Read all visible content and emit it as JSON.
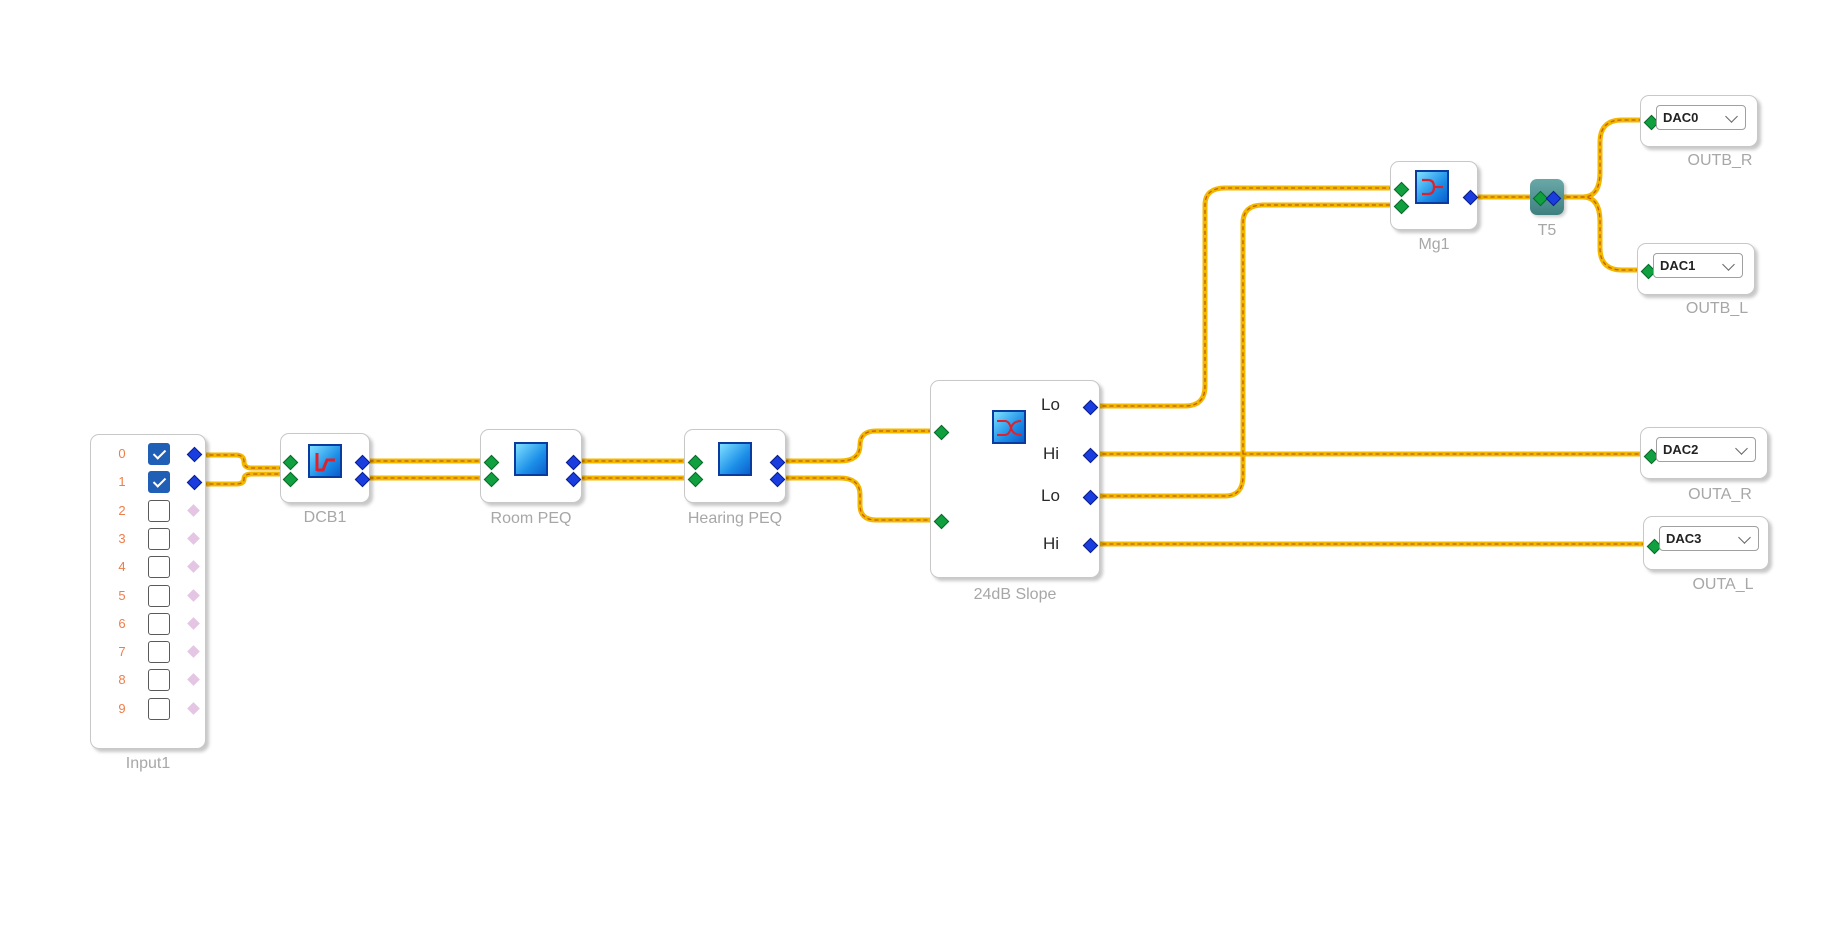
{
  "canvas": {
    "background": "#ffffff",
    "wire_color": "#f2b800"
  },
  "input": {
    "caption": "Input1",
    "channels": [
      {
        "label": "0",
        "checked": true
      },
      {
        "label": "1",
        "checked": true
      },
      {
        "label": "2",
        "checked": false
      },
      {
        "label": "3",
        "checked": false
      },
      {
        "label": "4",
        "checked": false
      },
      {
        "label": "5",
        "checked": false
      },
      {
        "label": "6",
        "checked": false
      },
      {
        "label": "7",
        "checked": false
      },
      {
        "label": "8",
        "checked": false
      },
      {
        "label": "9",
        "checked": false
      }
    ]
  },
  "blocks": {
    "dcb1": {
      "caption": "DCB1",
      "icon": "dc-block-icon"
    },
    "room_peq": {
      "caption": "Room PEQ",
      "icon": "peq-icon"
    },
    "hearing_peq": {
      "caption": "Hearing PEQ",
      "icon": "peq-icon"
    },
    "crossover": {
      "caption": "24dB Slope",
      "icon": "crossover-icon",
      "outputs": [
        "Lo",
        "Hi",
        "Lo",
        "Hi"
      ]
    },
    "mg1": {
      "caption": "Mg1",
      "icon": "merge-icon"
    },
    "t5": {
      "caption": "T5",
      "icon": "tee-splitter-icon"
    }
  },
  "outputs": [
    {
      "dac": "DAC0",
      "caption": "OUTB_R"
    },
    {
      "dac": "DAC1",
      "caption": "OUTB_L"
    },
    {
      "dac": "DAC2",
      "caption": "OUTA_R"
    },
    {
      "dac": "DAC3",
      "caption": "OUTA_L"
    }
  ]
}
